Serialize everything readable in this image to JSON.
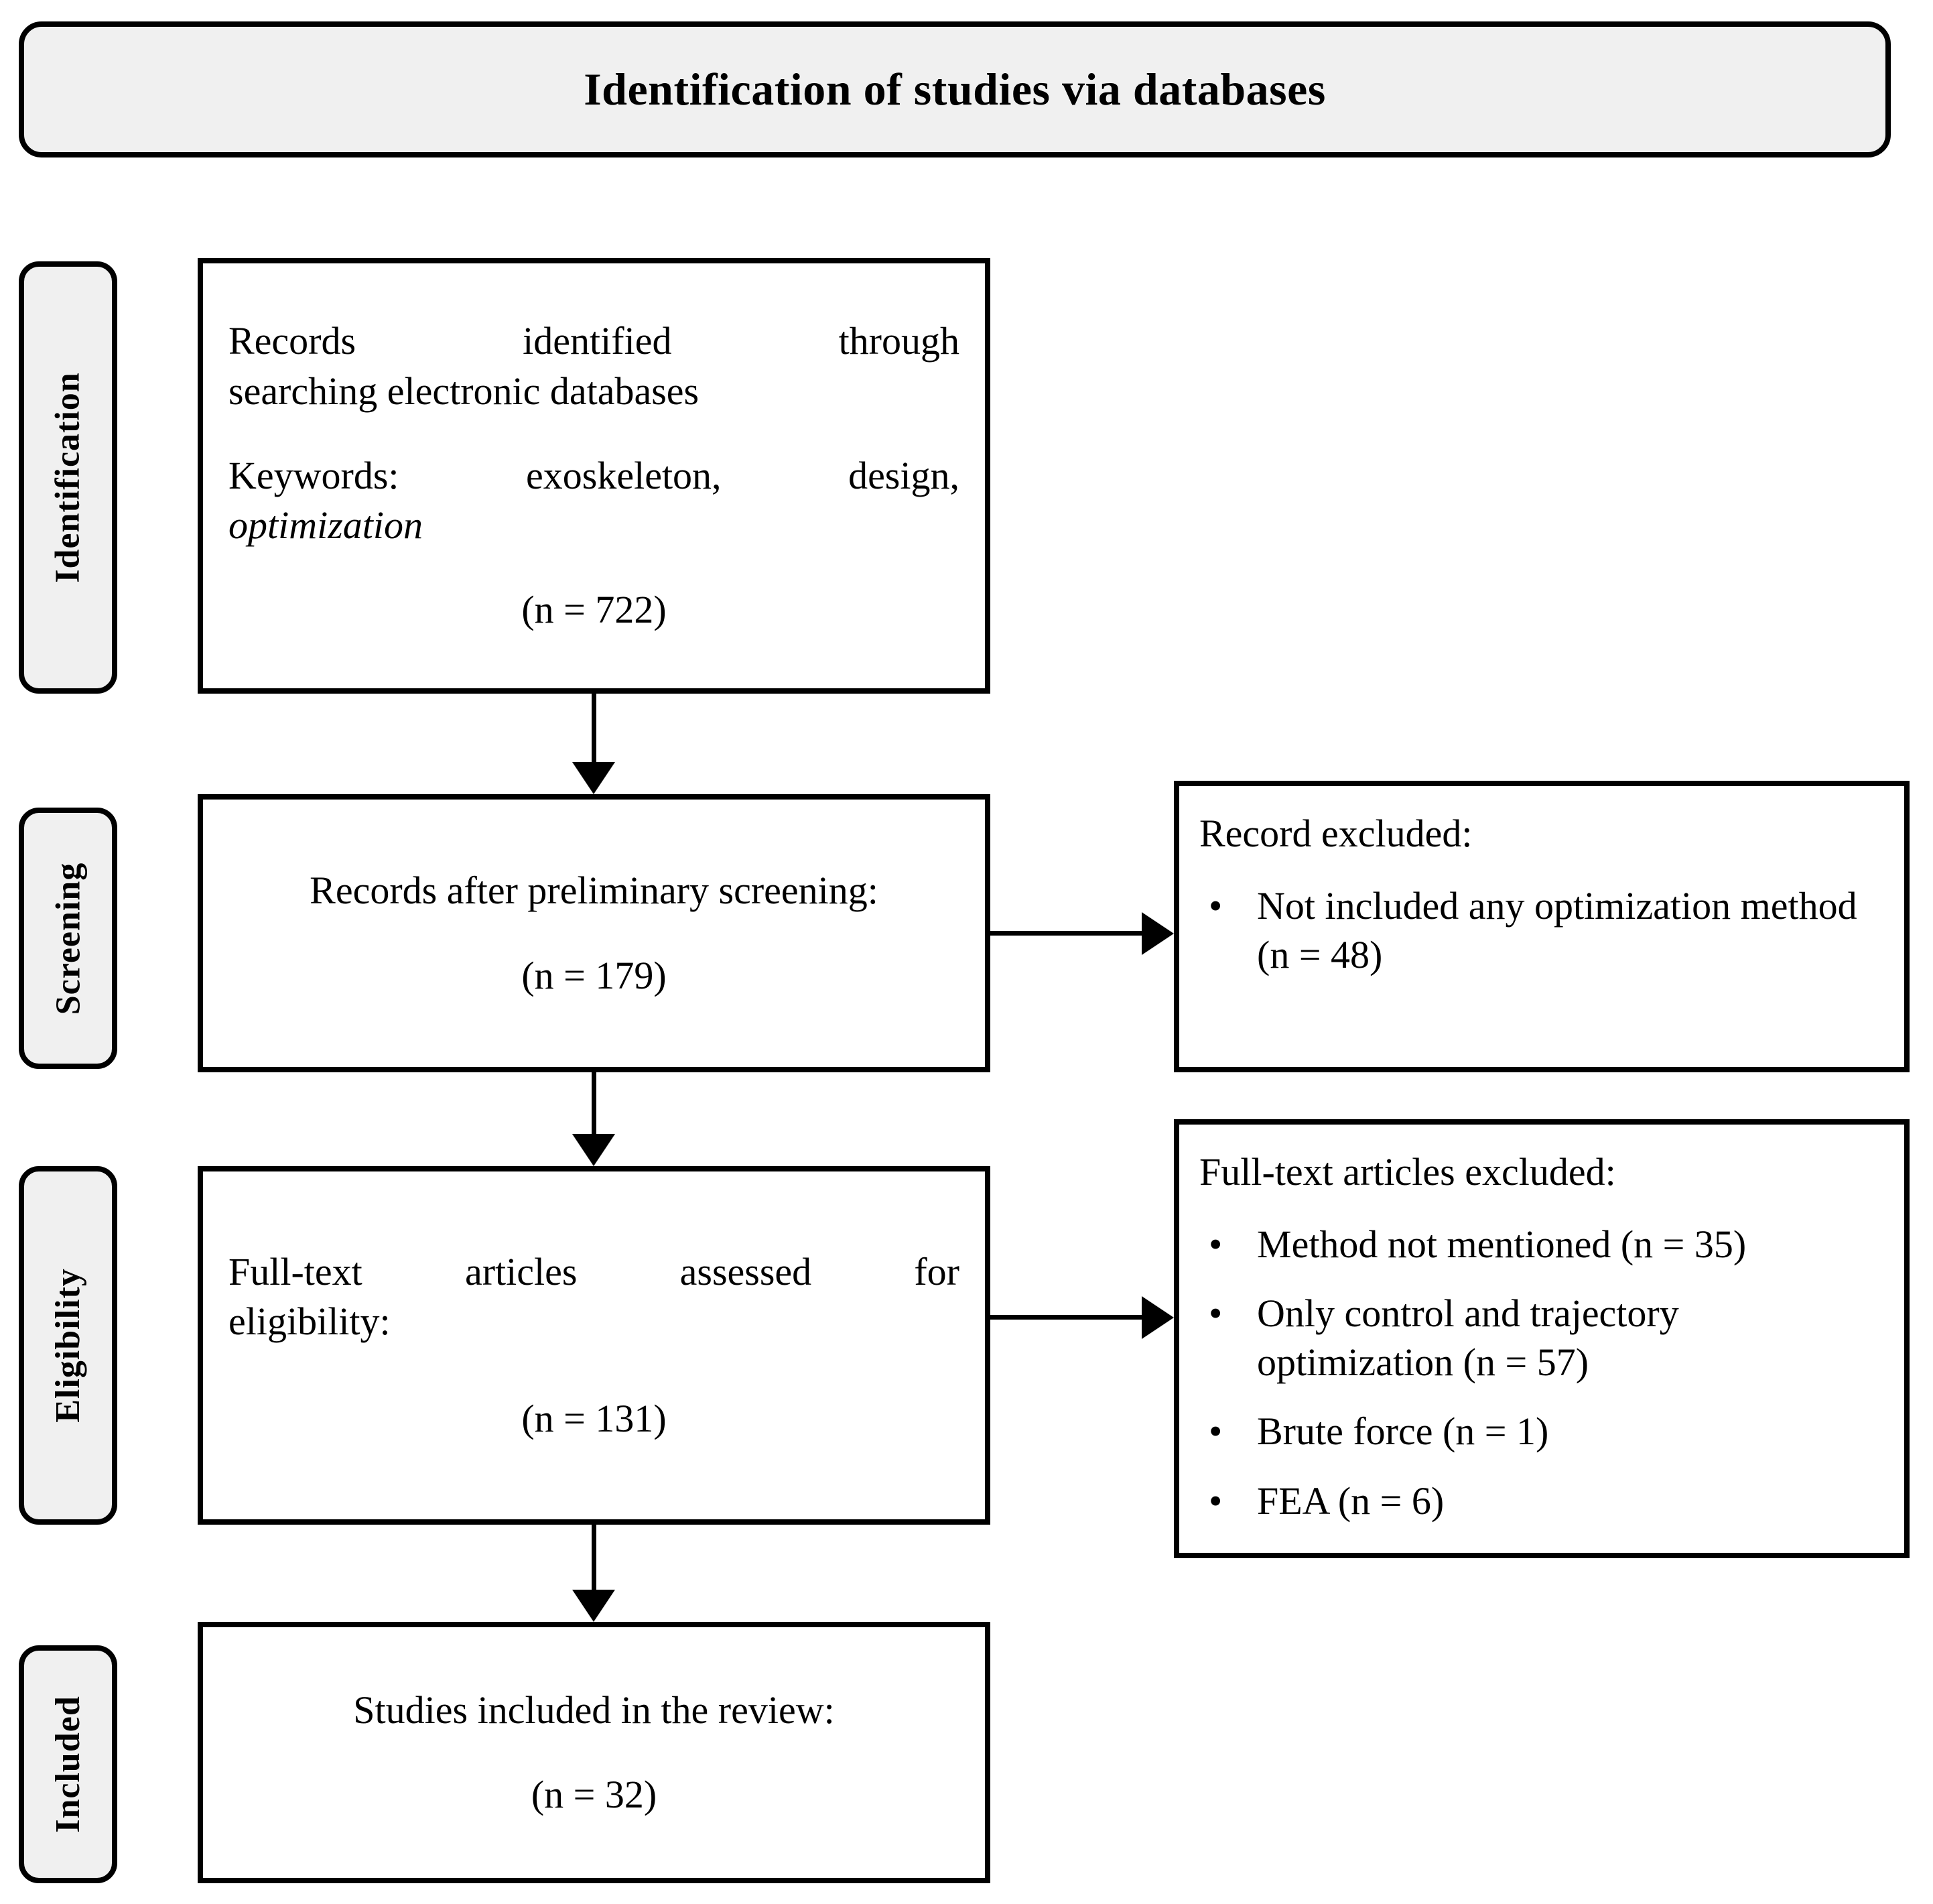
{
  "header": {
    "title": "Identification of studies via databases"
  },
  "stages": [
    {
      "key": "identification",
      "label": "Identification"
    },
    {
      "key": "screening",
      "label": "Screening"
    },
    {
      "key": "eligibility",
      "label": "Eligibility"
    },
    {
      "key": "included",
      "label": "Included"
    }
  ],
  "flow": {
    "identification_box": {
      "line1": "Records identified through",
      "line2": "searching electronic databases",
      "keywords_label": "Keywords:",
      "keywords_value_line1": "exoskeleton, design,",
      "keywords_value_line2": "optimization",
      "count": "(n = 722)"
    },
    "screening_box": {
      "line1": "Records after preliminary screening:",
      "count": "(n = 179)"
    },
    "eligibility_box": {
      "line1": "Full-text articles assessed for",
      "line2": "eligibility:",
      "count": "(n = 131)"
    },
    "included_box": {
      "line1": "Studies included in the review:",
      "count": "(n = 32)"
    }
  },
  "excluded": {
    "screening_excluded": {
      "heading": "Record excluded:",
      "bullet_glyph": "•",
      "items": [
        "Not included any optimization method (n = 48)"
      ]
    },
    "eligibility_excluded": {
      "heading": "Full-text articles excluded:",
      "bullet_glyph": "•",
      "items": [
        "Method not mentioned (n = 35)",
        "Only control and trajectory optimization (n = 57)",
        "Brute force (n = 1)",
        "FEA (n = 6)"
      ]
    }
  },
  "colors": {
    "stroke": "#000000",
    "pill_fill": "#f0f0f0",
    "box_fill": "#ffffff",
    "page_bg": "#ffffff"
  }
}
